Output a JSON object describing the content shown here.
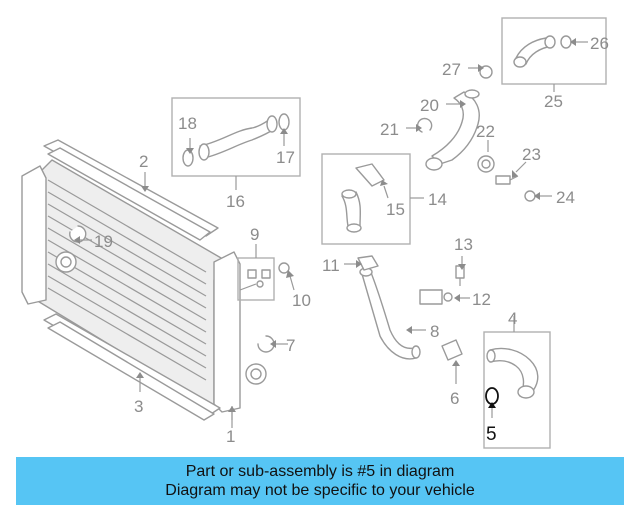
{
  "diagram": {
    "labels": [
      "1",
      "2",
      "3",
      "4",
      "5",
      "6",
      "7",
      "8",
      "9",
      "10",
      "11",
      "12",
      "13",
      "14",
      "15",
      "16",
      "17",
      "18",
      "19",
      "20",
      "21",
      "22",
      "23",
      "24",
      "25",
      "26",
      "27"
    ],
    "highlighted_part": "5",
    "colors": {
      "line": "#9a9a9a",
      "label": "#8c8c8c",
      "highlight": "#111111",
      "banner": "#56c5f4"
    }
  },
  "banner": {
    "line1": "Part or sub-assembly is #5 in diagram",
    "line2": "Diagram may not be specific to your vehicle"
  }
}
